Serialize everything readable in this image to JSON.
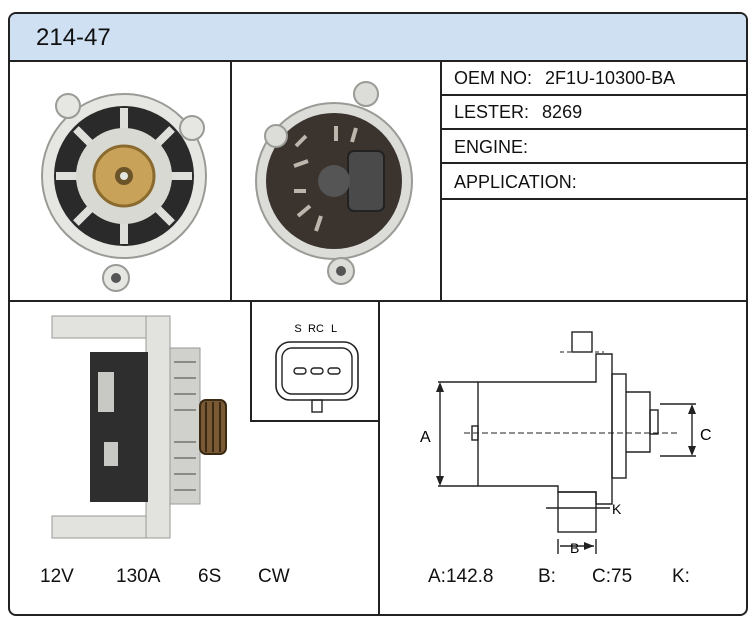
{
  "part_number": "214-47",
  "info": {
    "oem_label": "OEM NO:",
    "oem_value": "2F1U-10300-BA",
    "lester_label": "LESTER:",
    "lester_value": "8269",
    "engine_label": "ENGINE:",
    "application_label": "APPLICATION:"
  },
  "connector": {
    "pins": [
      "S",
      "RC",
      "L"
    ]
  },
  "specs": {
    "voltage": "12V",
    "amperage": "130A",
    "pulley": "6S",
    "rotation": "CW"
  },
  "dimensions": {
    "labels": {
      "a": "A",
      "b": "B",
      "c": "C",
      "k": "K"
    },
    "a_value": "A:142.8",
    "b_value": "B:",
    "c_value": "C:75",
    "k_value": "K:"
  }
}
